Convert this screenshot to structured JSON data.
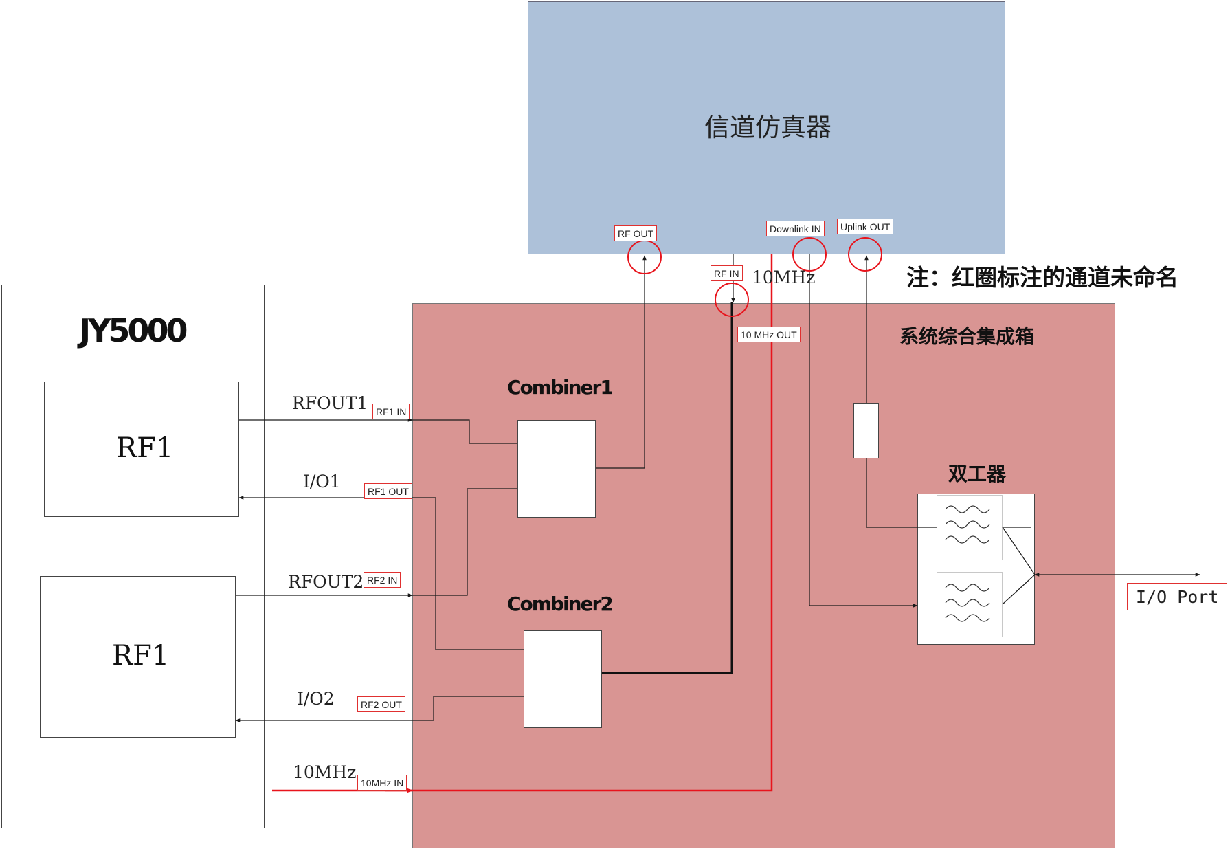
{
  "channel_simulator": {
    "title": "信道仿真器"
  },
  "integration_box": {
    "title": "系统综合集成箱"
  },
  "device": {
    "title": "JY5000"
  },
  "rf_modules": [
    {
      "label": "RF1"
    },
    {
      "label": "RF1"
    }
  ],
  "combiners": [
    {
      "label": "Combiner1"
    },
    {
      "label": "Combiner2"
    }
  ],
  "duplexer": {
    "label": "双工器"
  },
  "note": "注：红圈标注的通道未命名",
  "signals": {
    "rfout1": "RFOUT1",
    "io1": "I/O1",
    "rfout2": "RFOUT2",
    "io2": "I/O2",
    "clk_in": "10MHz",
    "clk_top": "10MHz"
  },
  "ports": {
    "rf1_in": "RF1 IN",
    "rf1_out": "RF1 OUT",
    "rf2_in": "RF2 IN",
    "rf2_out": "RF2 OUT",
    "mhz10_in": "10MHz IN",
    "mhz10_out": "10 MHz OUT",
    "sim_rf_out": "RF OUT",
    "sim_rf_in": "RF IN",
    "downlink_in": "Downlink IN",
    "uplink_out": "Uplink OUT",
    "io_port": "I/O Port"
  },
  "colors": {
    "simulator_fill": "#adc1d9",
    "box_fill": "#d99593",
    "highlight": "#e8141c",
    "wire": "#1a1a1a"
  }
}
